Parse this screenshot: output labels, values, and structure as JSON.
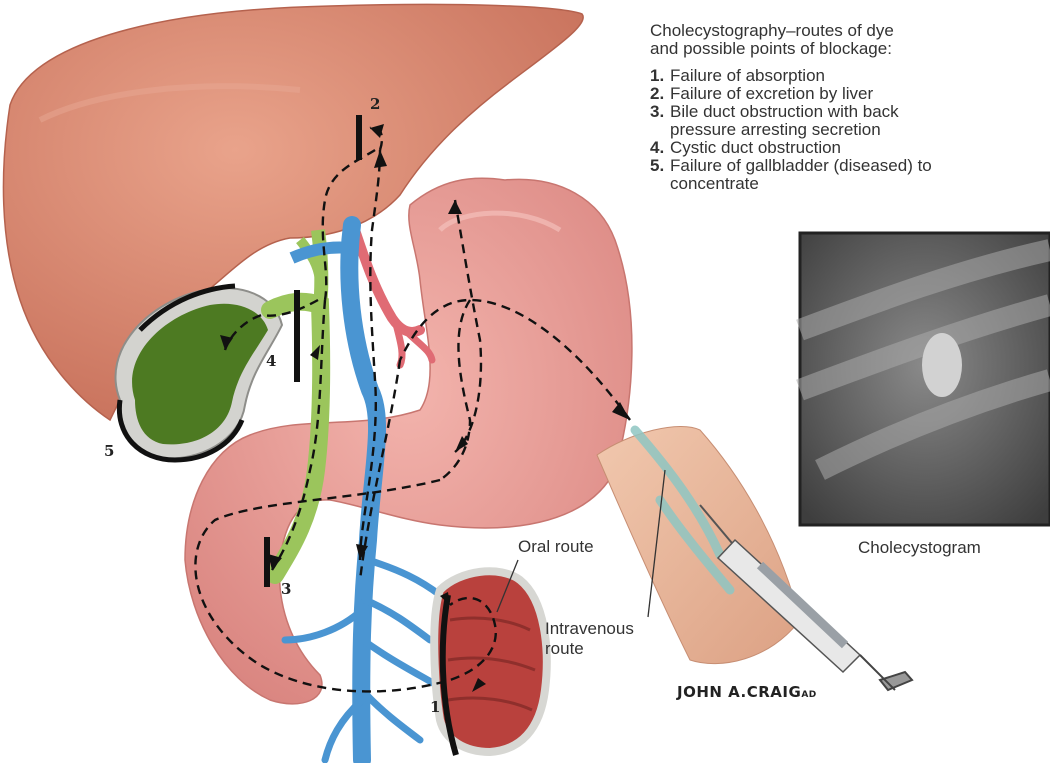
{
  "legend": {
    "title_line1": "Cholecystography–routes of dye",
    "title_line2": "and possible points of blockage:",
    "items": [
      {
        "num": "1.",
        "text": "Failure of absorption"
      },
      {
        "num": "2.",
        "text": "Failure of excretion by liver"
      },
      {
        "num": "3.",
        "text": "Bile duct obstruction with back pressure arresting secretion"
      },
      {
        "num": "4.",
        "text": "Cystic duct obstruction"
      },
      {
        "num": "5.",
        "text": "Failure of gallbladder (diseased) to concentrate"
      }
    ]
  },
  "labels": {
    "oral_route": "Oral route",
    "intravenous_line1": "Intravenous",
    "intravenous_line2": "route",
    "xray_caption": "Cholecystogram"
  },
  "markers": [
    "1",
    "2",
    "3",
    "4",
    "5"
  ],
  "signature": {
    "name": "JOHN A.CRAIG",
    "suffix": "AD"
  },
  "colors": {
    "liver": "#dc8c73",
    "stomach": "#e99a94",
    "gallbladder": "#4d7a22",
    "bile_duct": "#9bc55c",
    "vein": "#4a95d2",
    "artery": "#e06b74",
    "intestine": "#b9413d",
    "skin": "#e8b79b",
    "xray": "#6d6d6d"
  }
}
